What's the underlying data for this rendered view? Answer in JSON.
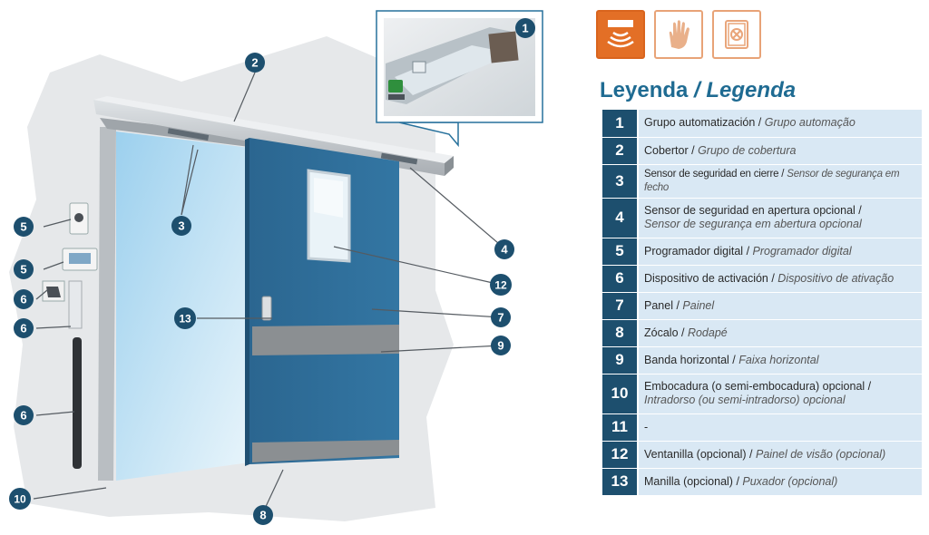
{
  "legend": {
    "title_es": "Leyenda",
    "separator": "/",
    "title_pt": "Legenda",
    "items": [
      {
        "num": "1",
        "es": "Grupo automatización",
        "pt": "Grupo automação"
      },
      {
        "num": "2",
        "es": "Cobertor",
        "pt": "Grupo de cobertura"
      },
      {
        "num": "3",
        "es": "Sensor de seguridad en cierre",
        "pt": "Sensor de segurança em fecho"
      },
      {
        "num": "4",
        "es": "Sensor de seguridad en apertura opcional",
        "pt": "Sensor de segurança em abertura opcional"
      },
      {
        "num": "5",
        "es": "Programador digital",
        "pt": "Programador digital"
      },
      {
        "num": "6",
        "es": "Dispositivo de activación",
        "pt": "Dispositivo de ativação"
      },
      {
        "num": "7",
        "es": "Panel",
        "pt": "Painel"
      },
      {
        "num": "8",
        "es": "Zócalo",
        "pt": "Rodapé"
      },
      {
        "num": "9",
        "es": "Banda horizontal",
        "pt": "Faixa horizontal"
      },
      {
        "num": "10",
        "es": "Embocadura (o semi-embocadura) opcional",
        "pt": "Intradorso (ou semi-intradorso) opcional"
      },
      {
        "num": "11",
        "es": "-",
        "pt": ""
      },
      {
        "num": "12",
        "es": "Ventanilla (opcional)",
        "pt": "Painel de visão (opcional)"
      },
      {
        "num": "13",
        "es": "Manilla (opcional)",
        "pt": "Puxador (opcional)"
      }
    ]
  },
  "callouts": {
    "c1": "1",
    "c2": "2",
    "c3": "3",
    "c4": "4",
    "c5a": "5",
    "c5b": "5",
    "c6a": "6",
    "c6b": "6",
    "c6c": "6",
    "c7": "7",
    "c8": "8",
    "c9": "9",
    "c10": "10",
    "c12": "12",
    "c13": "13"
  },
  "icons": [
    {
      "name": "radar-sensor-icon",
      "active": true
    },
    {
      "name": "hand-wave-icon",
      "active": false
    },
    {
      "name": "safe-switch-icon",
      "active": false
    }
  ],
  "colors": {
    "door_panel": "#2f6d99",
    "callout_circle": "#1d4f6e",
    "legend_row_bg": "#d9e8f4",
    "legend_title": "#1f6b92",
    "icon_accent": "#e36f26"
  }
}
